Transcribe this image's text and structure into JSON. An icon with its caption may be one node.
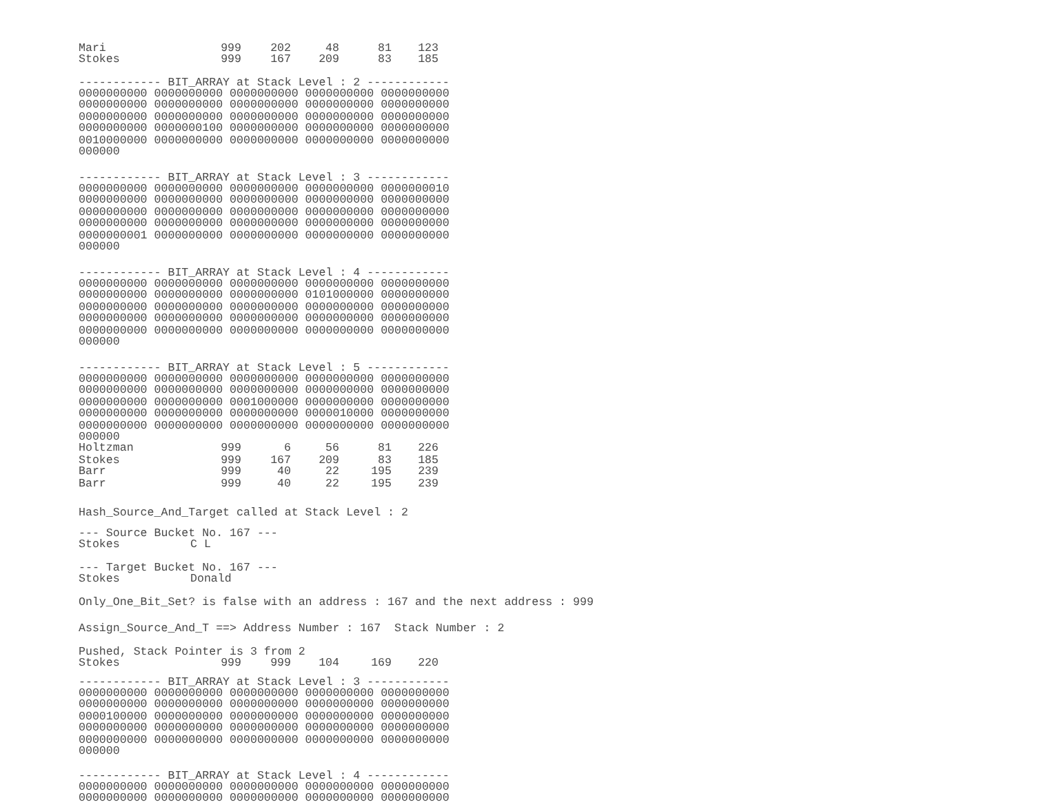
{
  "diagram": {
    "labels": [
      "Mari",
      "999",
      "202",
      "48",
      "81",
      "123",
      "Stokes",
      "999",
      "167",
      "209",
      "83",
      "185",
      "------------ BIT_ARRAY at Stack Level : 2 ------------",
      "0000000000 0000000000 0000000000 0000000000 0000000000",
      "0000000000 0000000000 0000000000 0000000000 0000000000",
      "0000000000 0000000000 0000000000 0000000000 0000000000",
      "0000000000 0000000100 0000000000 0000000000 0000000000",
      "0010000000 0000000000 0000000000 0000000000 0000000000",
      "000000",
      "------------ BIT_ARRAY at Stack Level : 3 ------------",
      "0000000000 0000000000 0000000000 0000000000 0000000010",
      "0000000000 0000000000 0000000000 0000000000 0000000000",
      "0000000000 0000000000 0000000000 0000000000 0000000000",
      "0000000000 0000000000 0000000000 0000000000 0000000000",
      "0000000001 0000000000 0000000000 0000000000 0000000000",
      "000000",
      "------------ BIT_ARRAY at Stack Level : 4 ------------",
      "0000000000 0000000000 0000000000 0000000000 0000000000",
      "0000000000 0000000000 0000000000 0101000000 0000000000",
      "0000000000 0000000000 0000000000 0000000000 0000000000",
      "0000000000 0000000000 0000000000 0000000000 0000000000",
      "0000000000 0000000000 0000000000 0000000000 0000000000",
      "000000",
      "------------ BIT_ARRAY at Stack Level : 5 ------------",
      "0000000000 0000000000 0000000000 0000000000 0000000000",
      "0000000000 0000000000 0000000000 0000000000 0000000000",
      "0000000000 0000000000 0001000000 0000000000 0000000000",
      "0000000000 0000000000 0000000000 0000010000 0000000000",
      "0000000000 0000000000 0000000000 0000000000 0000000000",
      "000000",
      "Holtzman",
      "999",
      "6",
      "56",
      "81",
      "226",
      "Stokes",
      "999",
      "167",
      "209",
      "83",
      "185",
      "Barr",
      "999",
      "40",
      "22",
      "195",
      "239",
      "Barr",
      "999",
      "40",
      "22",
      "195",
      "239",
      "Hash_Source_And_Target called at Stack Level : 2",
      "--- Source Bucket No. 167 ---",
      "Stokes",
      "C L",
      "--- Target Bucket No. 167 ---",
      "Stokes",
      "Donald",
      "Only_One_Bit_Set? is false with an address : 167 and the next address : 999",
      "Assign_Source_And_T ==> Address Number : 167  Stack Number : 2",
      "Pushed, Stack Pointer is 3 from 2",
      "Stokes",
      "999",
      "999",
      "104",
      "169",
      "220",
      "------------ BIT_ARRAY at Stack Level : 3 ------------",
      "0000000000 0000000000 0000000000 0000000000 0000000000",
      "0000000000 0000000000 0000000000 0000000000 0000000000",
      "0000100000 0000000000 0000000000 0000000000 0000000000",
      "0000000000 0000000000 0000000000 0000000000 0000000000",
      "0000000000 0000000000 0000000000 0000000000 0000000000",
      "000000",
      "------------ BIT_ARRAY at Stack Level : 4 ------------",
      "0000000000 0000000000 0000000000 0000000000 0000000000",
      "0000000000 0000000000 0000000000 0000000000 0000000000"
    ]
  }
}
